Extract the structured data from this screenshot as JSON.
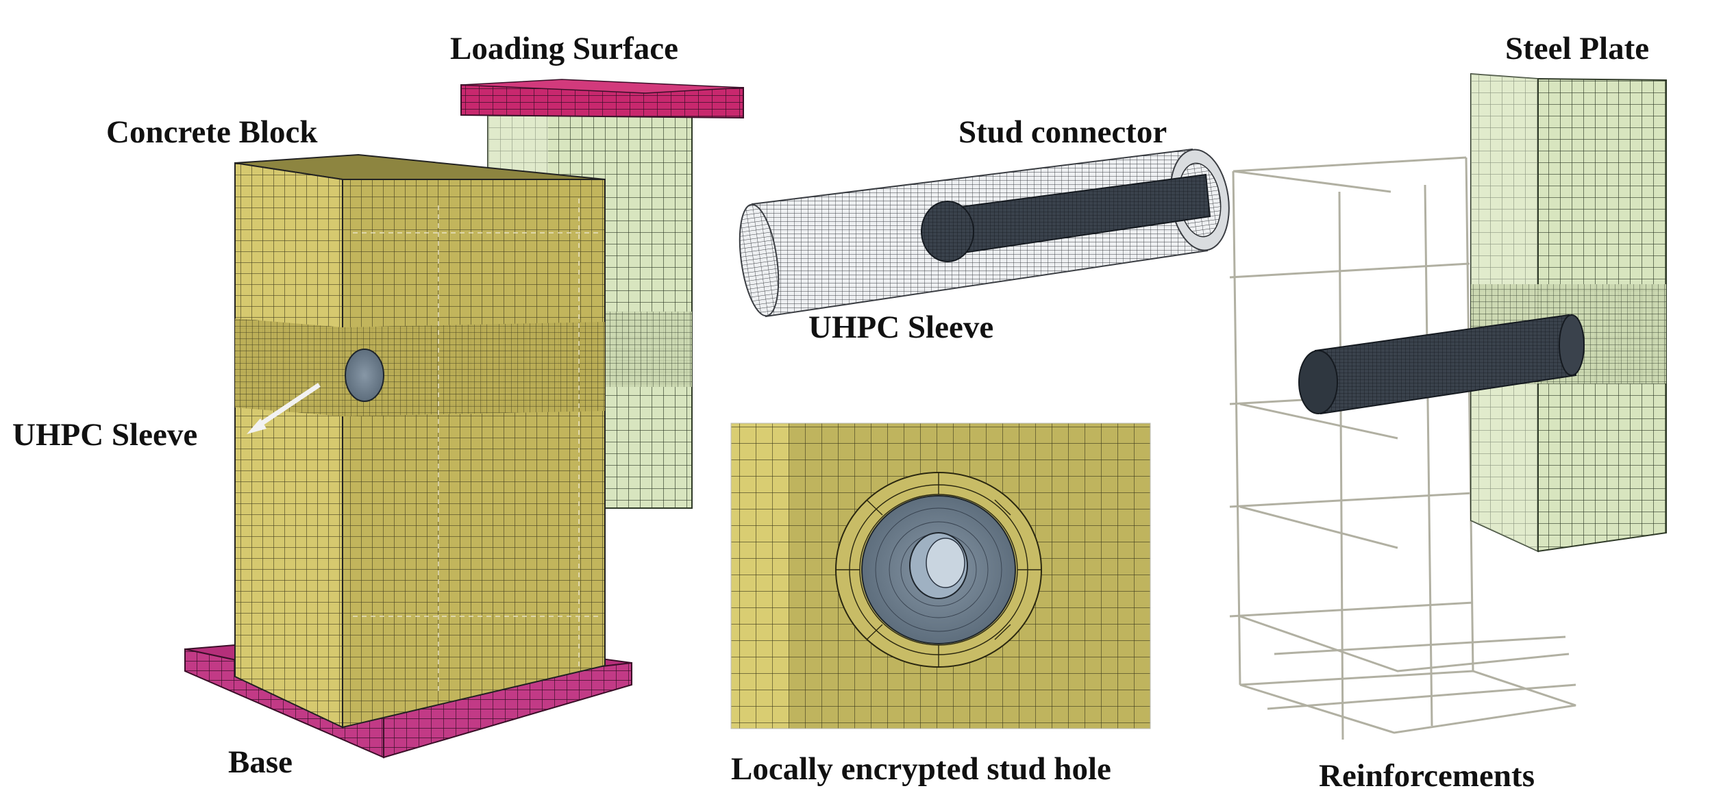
{
  "labels": {
    "loading_surface": "Loading Surface",
    "concrete_block": "Concrete Block",
    "uhpc_sleeve_left": "UHPC Sleeve",
    "base": "Base",
    "stud_connector": "Stud connector",
    "uhpc_sleeve_top": "UHPC Sleeve",
    "locally_encrypted": "Locally encrypted stud hole",
    "steel_plate": "Steel Plate",
    "reinforcements": "Reinforcements"
  },
  "colors": {
    "concrete": "#b6a94d",
    "concrete_front": "#d1c46a",
    "base": "#b8337f",
    "loading_surface": "#c4286f",
    "steel_plate": "#d6e3bd",
    "sleeve": "#6b7c8c",
    "stud": "#2c333c",
    "rebar": "#a8a89a",
    "mesh_line": "#3d3a20"
  }
}
